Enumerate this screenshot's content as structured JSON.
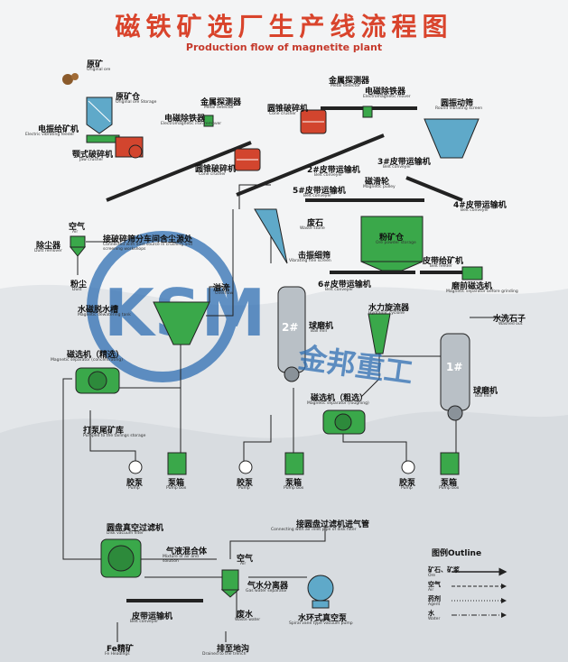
{
  "title": "磁铁矿选厂生产线流程图",
  "subtitle": "Production flow of magnetite plant",
  "colors": {
    "title": "#d9442c",
    "equipment": "#3aa84a",
    "crusher_red": "#d2452e",
    "watermark": "#2f6fb3"
  },
  "watermark": {
    "brand": "金邦重工",
    "logo": "KSM"
  },
  "labels": {
    "raw_ore": {
      "zh": "原矿",
      "en": "Original ore"
    },
    "ore_bin": {
      "zh": "原矿仓",
      "en": "Original ore Storage"
    },
    "vib_feeder": {
      "zh": "电振给矿机",
      "en": "Electric vibrating feeder"
    },
    "jaw_crusher": {
      "zh": "颚式破碎机",
      "en": "Jaw crusher"
    },
    "metal_detector1": {
      "zh": "金属探测器",
      "en": "Metal detector"
    },
    "iron_remover": {
      "zh": "电磁除铁器",
      "en": "Electromagnetic iron remover"
    },
    "cone_crusher1": {
      "zh": "圆锥破碎机",
      "en": "Cone crusher"
    },
    "metal_detector2": {
      "zh": "金属探测器",
      "en": "Metal detector"
    },
    "iron_remover2": {
      "zh": "电磁除铁器",
      "en": "Electromagnetic mover"
    },
    "cone_crusher2": {
      "zh": "圆锥破碎机",
      "en": "Cone crusher"
    },
    "round_screen": {
      "zh": "圆振动筛",
      "en": "Round vibrating screen"
    },
    "belt2": {
      "zh": "2#皮带运输机",
      "en": "Belt conveyer"
    },
    "belt3": {
      "zh": "3#皮带运输机",
      "en": "Belt conveyer"
    },
    "mag_pulley": {
      "zh": "磁滑轮",
      "en": "Magnetic pulley"
    },
    "belt5": {
      "zh": "5#皮带运输机",
      "en": "Belt conveyer"
    },
    "belt4": {
      "zh": "4#皮带运输机",
      "en": "Belt conveyer"
    },
    "waste_stone": {
      "zh": "废石",
      "en": "Waste stone"
    },
    "powder_bin": {
      "zh": "粉矿仓",
      "en": "Ore powder storage"
    },
    "air1": {
      "zh": "空气",
      "en": "Air"
    },
    "dust_remover": {
      "zh": "除尘器",
      "en": "Dust remover"
    },
    "dust_conn": {
      "zh": "接破碎筛分车间含尘源处",
      "en": "Connected with dust source in crushing and screening workshops"
    },
    "dust": {
      "zh": "粉尘",
      "en": "Dust"
    },
    "fine_screen": {
      "zh": "击振细筛",
      "en": "Vibrating fine screen"
    },
    "belt6": {
      "zh": "6#皮带运输机",
      "en": "Belt conveyer"
    },
    "belt_feeder": {
      "zh": "皮带给矿机",
      "en": "Belt feeder"
    },
    "mag_sep_pre": {
      "zh": "磨前磁选机",
      "en": "Magnetic separator before grinding"
    },
    "dewater_tank": {
      "zh": "水磁脱水槽",
      "en": "Magnetic dewatering tank"
    },
    "overflow": {
      "zh": "溢流",
      "en": "Overflow"
    },
    "ball_mill1": {
      "zh": "球磨机",
      "en": "Ball mill"
    },
    "mill1_no": "2#",
    "cyclone": {
      "zh": "水力旋流器",
      "en": "Hydraulic cyclone"
    },
    "washed_out": {
      "zh": "水洗石子",
      "en": "Washed out"
    },
    "mag_sep_conc": {
      "zh": "磁选机（精选）",
      "en": "Magnetic separator (concentrating)"
    },
    "mag_sep_rough": {
      "zh": "磁选机（粗选）",
      "en": "Magnetic separator (roughing)"
    },
    "ball_mill2": {
      "zh": "球磨机",
      "en": "Ball mill"
    },
    "mill2_no": "1#",
    "tailings": {
      "zh": "打泵尾矿库",
      "en": "Pumped to the tailings storage"
    },
    "pump1": {
      "zh": "胶泵",
      "en": "Pump"
    },
    "box1": {
      "zh": "泵箱",
      "en": "Pump box"
    },
    "pump2": {
      "zh": "胶泵",
      "en": "Pump"
    },
    "box2": {
      "zh": "泵箱",
      "en": "Pump box"
    },
    "pump3": {
      "zh": "胶泵",
      "en": "Pump"
    },
    "box3": {
      "zh": "泵箱",
      "en": "Pump box"
    },
    "disc_filter": {
      "zh": "圆盘真空过滤机",
      "en": "Disk vacuum filter"
    },
    "disc_pipe": {
      "zh": "接圆盘过滤机进气管",
      "en": "Connecting with air inlet pipe of disk filter"
    },
    "air_solution": {
      "zh": "气液混合体",
      "en": "Mixture of air and solution"
    },
    "air2": {
      "zh": "空气",
      "en": "Air"
    },
    "gas_water_sep": {
      "zh": "气水分离器",
      "en": "Gas water separator"
    },
    "belt_last": {
      "zh": "皮带运输机",
      "en": "Belt conveyer"
    },
    "waste_water": {
      "zh": "废水",
      "en": "Waste water"
    },
    "vacuum_pump": {
      "zh": "水环式真空泵",
      "en": "Spiral vane type vacuum pump"
    },
    "fe_powder": {
      "zh": "Fe精矿",
      "en": "Fe Headings"
    },
    "drain": {
      "zh": "排至地沟",
      "en": "Drained to the trench"
    }
  },
  "legend": {
    "title": "图例Outline",
    "items": [
      {
        "zh": "矿石、矿浆",
        "en": "Ore"
      },
      {
        "zh": "空气",
        "en": "Air"
      },
      {
        "zh": "药剂",
        "en": "Agent"
      },
      {
        "zh": "水",
        "en": "Water"
      }
    ]
  }
}
